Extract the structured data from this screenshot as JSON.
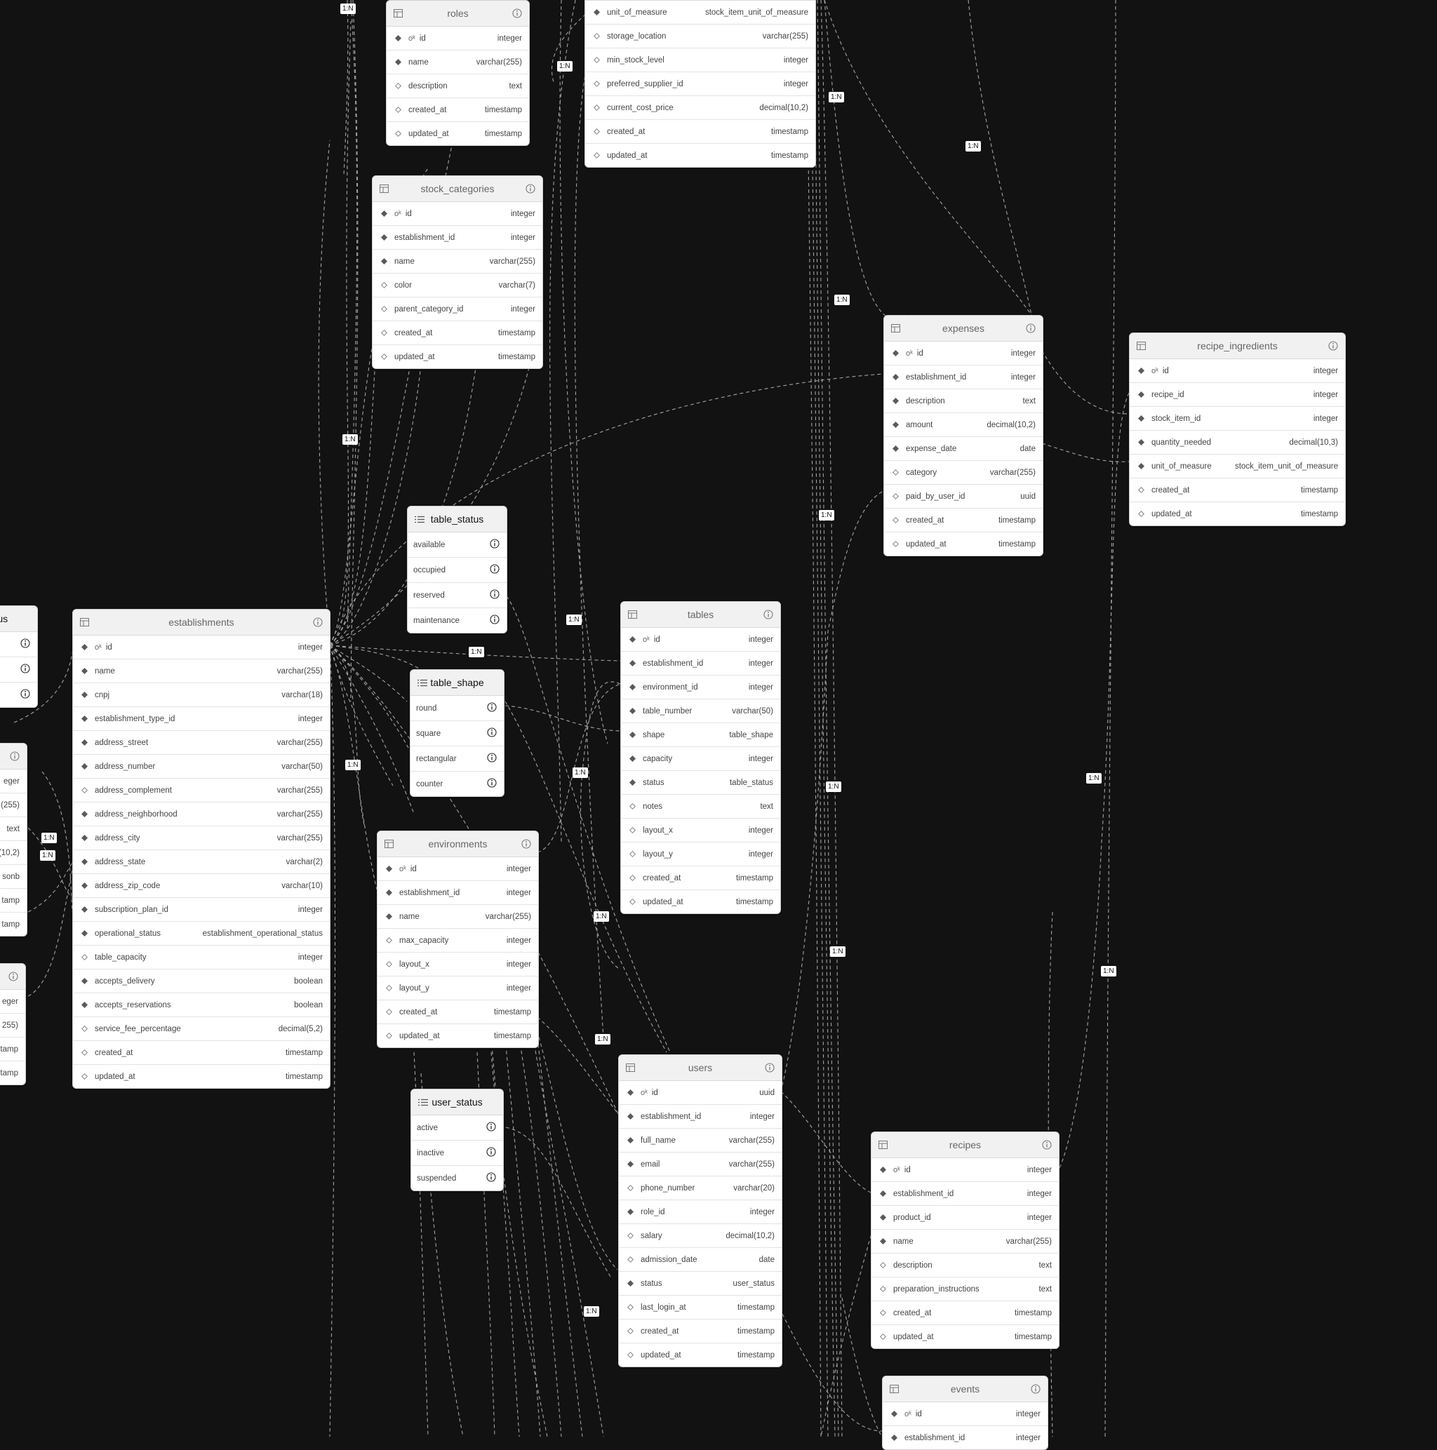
{
  "tables": [
    {
      "id": "roles",
      "name": "roles",
      "columns": [
        {
          "name": "id",
          "type": "integer",
          "required": true,
          "pk": true
        },
        {
          "name": "name",
          "type": "varchar(255)",
          "required": true
        },
        {
          "name": "description",
          "type": "text",
          "required": false
        },
        {
          "name": "created_at",
          "type": "timestamp",
          "required": false
        },
        {
          "name": "updated_at",
          "type": "timestamp",
          "required": false
        }
      ]
    },
    {
      "id": "stock_items",
      "name": "",
      "columns": [
        {
          "name": "unit_of_measure",
          "type": "stock_item_unit_of_measure",
          "required": true
        },
        {
          "name": "storage_location",
          "type": "varchar(255)",
          "required": false
        },
        {
          "name": "min_stock_level",
          "type": "integer",
          "required": false
        },
        {
          "name": "preferred_supplier_id",
          "type": "integer",
          "required": false
        },
        {
          "name": "current_cost_price",
          "type": "decimal(10,2)",
          "required": false
        },
        {
          "name": "created_at",
          "type": "timestamp",
          "required": false
        },
        {
          "name": "updated_at",
          "type": "timestamp",
          "required": false
        }
      ]
    },
    {
      "id": "stock_categories",
      "name": "stock_categories",
      "columns": [
        {
          "name": "id",
          "type": "integer",
          "required": true,
          "pk": true
        },
        {
          "name": "establishment_id",
          "type": "integer",
          "required": true
        },
        {
          "name": "name",
          "type": "varchar(255)",
          "required": true
        },
        {
          "name": "color",
          "type": "varchar(7)",
          "required": false
        },
        {
          "name": "parent_category_id",
          "type": "integer",
          "required": false
        },
        {
          "name": "created_at",
          "type": "timestamp",
          "required": false
        },
        {
          "name": "updated_at",
          "type": "timestamp",
          "required": false
        }
      ]
    },
    {
      "id": "expenses",
      "name": "expenses",
      "columns": [
        {
          "name": "id",
          "type": "integer",
          "required": true,
          "pk": true
        },
        {
          "name": "establishment_id",
          "type": "integer",
          "required": true
        },
        {
          "name": "description",
          "type": "text",
          "required": true
        },
        {
          "name": "amount",
          "type": "decimal(10,2)",
          "required": true
        },
        {
          "name": "expense_date",
          "type": "date",
          "required": true
        },
        {
          "name": "category",
          "type": "varchar(255)",
          "required": false
        },
        {
          "name": "paid_by_user_id",
          "type": "uuid",
          "required": false
        },
        {
          "name": "created_at",
          "type": "timestamp",
          "required": false
        },
        {
          "name": "updated_at",
          "type": "timestamp",
          "required": false
        }
      ]
    },
    {
      "id": "recipe_ingredients",
      "name": "recipe_ingredients",
      "columns": [
        {
          "name": "id",
          "type": "integer",
          "required": true,
          "pk": true
        },
        {
          "name": "recipe_id",
          "type": "integer",
          "required": true
        },
        {
          "name": "stock_item_id",
          "type": "integer",
          "required": true
        },
        {
          "name": "quantity_needed",
          "type": "decimal(10,3)",
          "required": true
        },
        {
          "name": "unit_of_measure",
          "type": "stock_item_unit_of_measure",
          "required": true
        },
        {
          "name": "created_at",
          "type": "timestamp",
          "required": false
        },
        {
          "name": "updated_at",
          "type": "timestamp",
          "required": false
        }
      ]
    },
    {
      "id": "establishments",
      "name": "establishments",
      "columns": [
        {
          "name": "id",
          "type": "integer",
          "required": true,
          "pk": true
        },
        {
          "name": "name",
          "type": "varchar(255)",
          "required": true
        },
        {
          "name": "cnpj",
          "type": "varchar(18)",
          "required": true
        },
        {
          "name": "establishment_type_id",
          "type": "integer",
          "required": true
        },
        {
          "name": "address_street",
          "type": "varchar(255)",
          "required": true
        },
        {
          "name": "address_number",
          "type": "varchar(50)",
          "required": true
        },
        {
          "name": "address_complement",
          "type": "varchar(255)",
          "required": false
        },
        {
          "name": "address_neighborhood",
          "type": "varchar(255)",
          "required": true
        },
        {
          "name": "address_city",
          "type": "varchar(255)",
          "required": true
        },
        {
          "name": "address_state",
          "type": "varchar(2)",
          "required": true
        },
        {
          "name": "address_zip_code",
          "type": "varchar(10)",
          "required": true
        },
        {
          "name": "subscription_plan_id",
          "type": "integer",
          "required": true
        },
        {
          "name": "operational_status",
          "type": "establishment_operational_status",
          "required": true
        },
        {
          "name": "table_capacity",
          "type": "integer",
          "required": false
        },
        {
          "name": "accepts_delivery",
          "type": "boolean",
          "required": true
        },
        {
          "name": "accepts_reservations",
          "type": "boolean",
          "required": true
        },
        {
          "name": "service_fee_percentage",
          "type": "decimal(5,2)",
          "required": false
        },
        {
          "name": "created_at",
          "type": "timestamp",
          "required": false
        },
        {
          "name": "updated_at",
          "type": "timestamp",
          "required": false
        }
      ]
    },
    {
      "id": "tables",
      "name": "tables",
      "columns": [
        {
          "name": "id",
          "type": "integer",
          "required": true,
          "pk": true
        },
        {
          "name": "establishment_id",
          "type": "integer",
          "required": true
        },
        {
          "name": "environment_id",
          "type": "integer",
          "required": true
        },
        {
          "name": "table_number",
          "type": "varchar(50)",
          "required": true
        },
        {
          "name": "shape",
          "type": "table_shape",
          "required": true
        },
        {
          "name": "capacity",
          "type": "integer",
          "required": true
        },
        {
          "name": "status",
          "type": "table_status",
          "required": true
        },
        {
          "name": "notes",
          "type": "text",
          "required": false
        },
        {
          "name": "layout_x",
          "type": "integer",
          "required": false
        },
        {
          "name": "layout_y",
          "type": "integer",
          "required": false
        },
        {
          "name": "created_at",
          "type": "timestamp",
          "required": false
        },
        {
          "name": "updated_at",
          "type": "timestamp",
          "required": false
        }
      ]
    },
    {
      "id": "environments",
      "name": "environments",
      "columns": [
        {
          "name": "id",
          "type": "integer",
          "required": true,
          "pk": true
        },
        {
          "name": "establishment_id",
          "type": "integer",
          "required": true
        },
        {
          "name": "name",
          "type": "varchar(255)",
          "required": true
        },
        {
          "name": "max_capacity",
          "type": "integer",
          "required": false
        },
        {
          "name": "layout_x",
          "type": "integer",
          "required": false
        },
        {
          "name": "layout_y",
          "type": "integer",
          "required": false
        },
        {
          "name": "created_at",
          "type": "timestamp",
          "required": false
        },
        {
          "name": "updated_at",
          "type": "timestamp",
          "required": false
        }
      ]
    },
    {
      "id": "users",
      "name": "users",
      "columns": [
        {
          "name": "id",
          "type": "uuid",
          "required": true,
          "pk": true
        },
        {
          "name": "establishment_id",
          "type": "integer",
          "required": true
        },
        {
          "name": "full_name",
          "type": "varchar(255)",
          "required": true
        },
        {
          "name": "email",
          "type": "varchar(255)",
          "required": true
        },
        {
          "name": "phone_number",
          "type": "varchar(20)",
          "required": false
        },
        {
          "name": "role_id",
          "type": "integer",
          "required": true
        },
        {
          "name": "salary",
          "type": "decimal(10,2)",
          "required": false
        },
        {
          "name": "admission_date",
          "type": "date",
          "required": false
        },
        {
          "name": "status",
          "type": "user_status",
          "required": true
        },
        {
          "name": "last_login_at",
          "type": "timestamp",
          "required": false
        },
        {
          "name": "created_at",
          "type": "timestamp",
          "required": false
        },
        {
          "name": "updated_at",
          "type": "timestamp",
          "required": false
        }
      ]
    },
    {
      "id": "recipes",
      "name": "recipes",
      "columns": [
        {
          "name": "id",
          "type": "integer",
          "required": true,
          "pk": true
        },
        {
          "name": "establishment_id",
          "type": "integer",
          "required": true
        },
        {
          "name": "product_id",
          "type": "integer",
          "required": true
        },
        {
          "name": "name",
          "type": "varchar(255)",
          "required": true
        },
        {
          "name": "description",
          "type": "text",
          "required": false
        },
        {
          "name": "preparation_instructions",
          "type": "text",
          "required": false
        },
        {
          "name": "created_at",
          "type": "timestamp",
          "required": false
        },
        {
          "name": "updated_at",
          "type": "timestamp",
          "required": false
        }
      ]
    },
    {
      "id": "events",
      "name": "events",
      "columns": [
        {
          "name": "id",
          "type": "integer",
          "required": true,
          "pk": true
        },
        {
          "name": "establishment_id",
          "type": "integer",
          "required": true
        }
      ]
    },
    {
      "id": "left_mid",
      "name": "",
      "columns": [
        {
          "name": "",
          "type": "eger",
          "required": false
        },
        {
          "name": "",
          "type": "(255)",
          "required": false
        },
        {
          "name": "",
          "type": "text",
          "required": false
        },
        {
          "name": "",
          "type": "(10,2)",
          "required": false
        },
        {
          "name": "",
          "type": "sonb",
          "required": false
        },
        {
          "name": "",
          "type": "tamp",
          "required": false
        },
        {
          "name": "",
          "type": "tamp",
          "required": false
        }
      ]
    },
    {
      "id": "left_bottom",
      "name": "",
      "columns": [
        {
          "name": "",
          "type": "eger",
          "required": false
        },
        {
          "name": "",
          "type": "255)",
          "required": false
        },
        {
          "name": "",
          "type": "tamp",
          "required": false
        },
        {
          "name": "",
          "type": "tamp",
          "required": false
        }
      ]
    }
  ],
  "enums": [
    {
      "id": "table_status",
      "name": "table_status",
      "values": [
        "available",
        "occupied",
        "reserved",
        "maintenance"
      ]
    },
    {
      "id": "table_shape",
      "name": "table_shape",
      "values": [
        "round",
        "square",
        "rectangular",
        "counter"
      ]
    },
    {
      "id": "user_status",
      "name": "user_status",
      "values": [
        "active",
        "inactive",
        "suspended"
      ]
    },
    {
      "id": "left_status",
      "name": "l_status",
      "values": [
        "",
        "",
        ""
      ]
    }
  ],
  "relationships": [
    {
      "from": "establishments.id",
      "to": "roles",
      "label": "1:N"
    },
    {
      "from": "establishments.id",
      "to": "stock_categories",
      "label": "1:N"
    },
    {
      "from": "establishments.id",
      "to": "tables.establishment_id",
      "label": "1:N"
    },
    {
      "from": "establishments.id",
      "to": "environments.establishment_id",
      "label": "1:N"
    },
    {
      "from": "establishments.id",
      "to": "expenses.establishment_id",
      "label": "1:N"
    },
    {
      "from": "establishments.id",
      "to": "users.establishment_id",
      "label": "1:N"
    },
    {
      "from": "environments.id",
      "to": "tables.environment_id",
      "label": "1:N"
    },
    {
      "from": "roles.id",
      "to": "users.role_id",
      "label": "1:N"
    },
    {
      "from": "stock_items.id",
      "to": "recipe_ingredients.stock_item_id",
      "label": "1:N"
    },
    {
      "from": "recipes.id",
      "to": "recipe_ingredients.recipe_id",
      "label": "1:N"
    },
    {
      "from": "users.id",
      "to": "expenses.paid_by_user_id",
      "label": "1:N"
    }
  ],
  "edge_label": "1:N"
}
